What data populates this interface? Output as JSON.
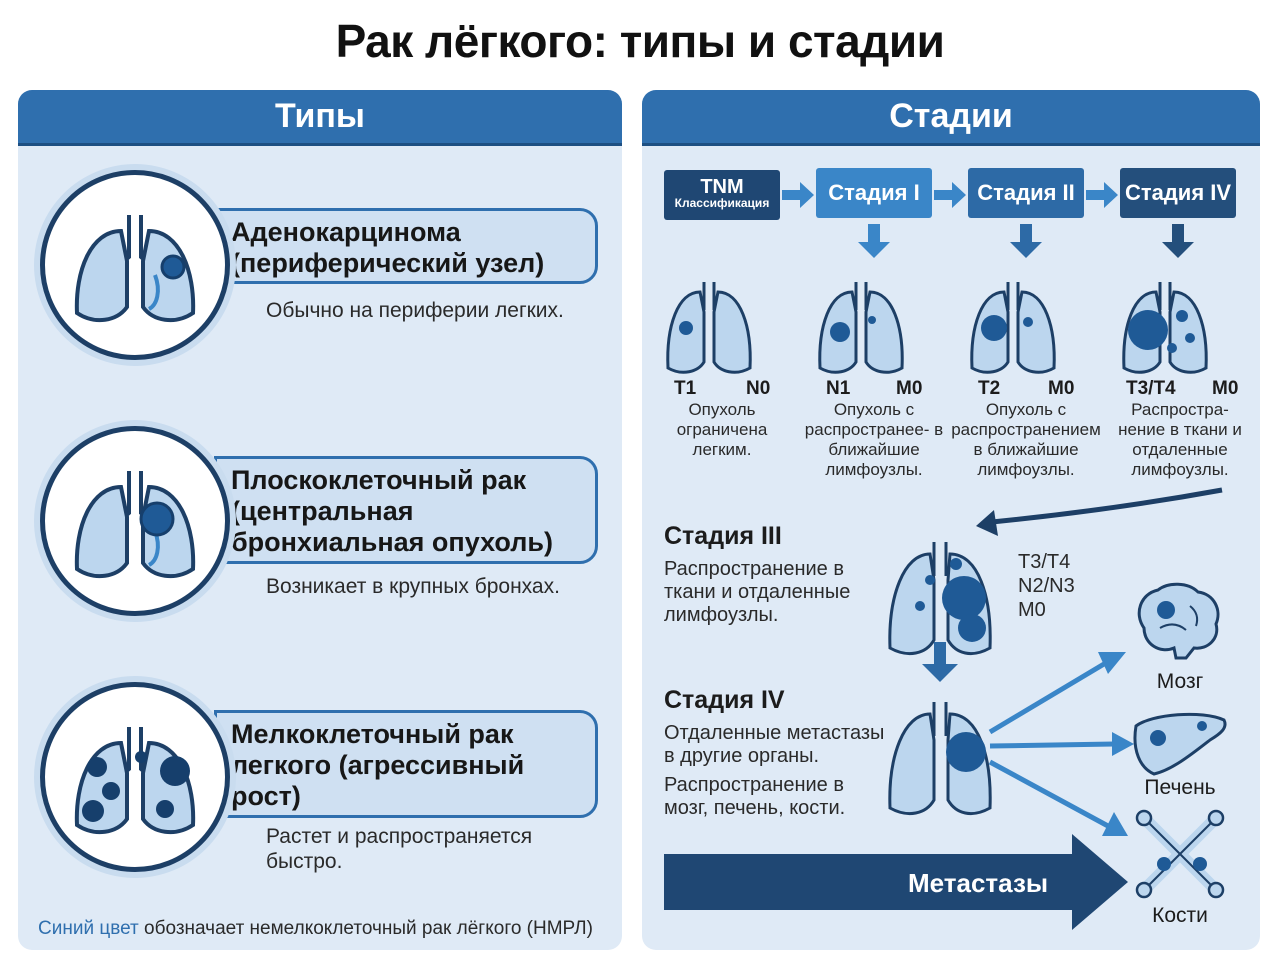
{
  "title": "Рак лёгкого: типы и стадии",
  "types_panel": {
    "heading": "Типы",
    "items": [
      {
        "name": "Аденокарцинома (периферический узел)",
        "description": "Обычно на периферии легких.",
        "icon": "lungs-peripheral-nodule-icon"
      },
      {
        "name": "Плоскоклеточный рак (центральная бронхиальная опухоль)",
        "description": "Возникает в крупных бронхах.",
        "icon": "lungs-central-tumor-icon"
      },
      {
        "name": "Мелкоклеточный рак легкого (агрессивный рост)",
        "description": "Растет и распространяется быстро.",
        "icon": "lungs-multiple-tumors-icon"
      }
    ],
    "footnote_highlight": "Синий цвет",
    "footnote_rest": " обозначает немелкоклеточный рак лёгкого (НМРЛ)"
  },
  "stages_panel": {
    "heading": "Стадии",
    "flow": {
      "tnm_title": "TNM",
      "tnm_subtitle": "Классификация",
      "boxes": [
        "Стадия I",
        "Стадия II",
        "Стадия IV"
      ]
    },
    "lung_stages": [
      {
        "t": "T1",
        "m": "N0",
        "description": "Опухоль ограничена легким."
      },
      {
        "t": "N1",
        "m": "M0",
        "description": "Опухоль с распространее- в ближайшие лимфоузлы."
      },
      {
        "t": "T2",
        "m": "M0",
        "description": "Опухоль с распространением в ближайшие лимфоузлы."
      },
      {
        "t": "T3/T4",
        "m": "M0",
        "description": "Распростра- нение в ткани и отдаленные лимфоузлы."
      }
    ],
    "stage3": {
      "heading": "Стадия III",
      "text": "Распространение в ткани и отдаленные лимфоузлы.",
      "tnm": [
        "T3/T4",
        "N2/N3",
        "M0"
      ]
    },
    "stage4": {
      "heading": "Стадия IV",
      "text1": "Отдаленные метастазы в другие органы.",
      "text2": "Распространение в мозг, печень, кости."
    },
    "organs": [
      {
        "label": "Мозг",
        "icon": "brain-icon"
      },
      {
        "label": "Печень",
        "icon": "liver-icon"
      },
      {
        "label": "Кости",
        "icon": "bone-icon"
      }
    ],
    "metastasis_label": "Метастазы"
  },
  "colors": {
    "panel_bg": "#dfeaf6",
    "header_blue": "#2f6fae",
    "dark_navy": "#1d3f66",
    "lung_fill": "#bcd6ee",
    "tumor": "#1f5a96"
  }
}
